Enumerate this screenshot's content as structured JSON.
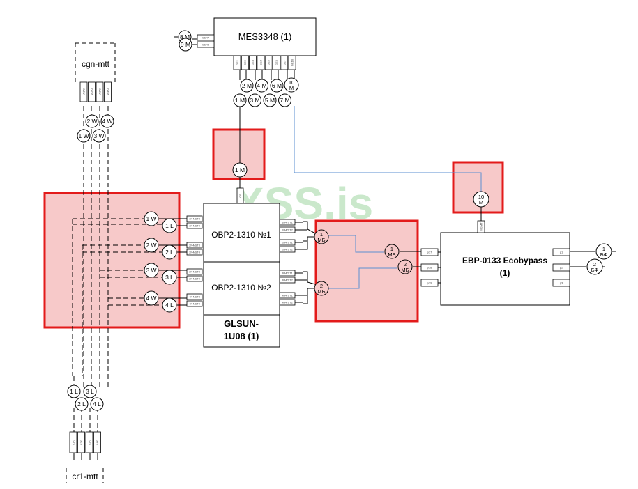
{
  "watermark": "XSS.is",
  "colors": {
    "highlight_fill": "#f7c9c9",
    "highlight_border": "#e31b1b",
    "fiber_blue": "#5b8fd1",
    "watermark": "#9fd7a2"
  },
  "devices": {
    "mes": "MES3348 (1)",
    "cgn": "cgn-mtt",
    "cr1": "cr1-mtt",
    "obp1": "OBP2-1310 №1",
    "obp2": "OBP2-1310 №2",
    "glsun_line1": "GLSUN-",
    "glsun_line2": "1U08 (1)",
    "ebp_line1": "EBP-0133 Ecobypass",
    "ebp_line2": "(1)"
  },
  "mes_side_ports": [
    "GE47",
    "GE48"
  ],
  "mes_side_cables": [
    "8 M",
    "9 M"
  ],
  "mes_bottom_ports": [
    "GE1",
    "GE2",
    "GE3",
    "GE4",
    "GE5",
    "GE6",
    "GE7",
    "GE10"
  ],
  "mes_cables_top": [
    "2 M",
    "4 M",
    "6 M"
  ],
  "mes_cable_10": [
    "10",
    "M"
  ],
  "mes_cables_bottom": [
    "1 M",
    "3 M",
    "5 M",
    "7 M"
  ],
  "mid_cable": "1 M",
  "right_cable": [
    "10",
    "M"
  ],
  "obp_mes_port": "GE",
  "ebp_mgmt_port": "MGMT",
  "cgn_ports": [
    "W1/0",
    "W2/0",
    "W3/0",
    "W4/0"
  ],
  "cgn_cables_top": [
    "2 W",
    "4 W"
  ],
  "cgn_cables_bottom": [
    "1 W",
    "3 W"
  ],
  "cr1_cables_top": [
    "1 L",
    "3 L"
  ],
  "cr1_cables_bottom": [
    "2 L",
    "4 L"
  ],
  "cr1_ports": [
    "L1/0",
    "L2/0",
    "L3/0",
    "L4/0"
  ],
  "left_cables": [
    "1 W",
    "1 L",
    "2 W",
    "2 L",
    "3 W",
    "3 L",
    "4 W",
    "4 L"
  ],
  "obp_ports_left": [
    "1R4/ST3",
    "1R4/ST4",
    "2R4/ST3",
    "2R4/ST4",
    "3R4/ST3",
    "3R4/ST4",
    "4R4/ST3",
    "4R4/ST4"
  ],
  "obp_ports_right": [
    "1R4/ST1",
    "1R4/ST2",
    "2R4/ST1",
    "2R4/ST2",
    "3R4/ST1",
    "3R4/ST2",
    "4R4/ST1",
    "4R4/ST2"
  ],
  "mb_cables_left": [
    [
      "1",
      "МБ"
    ],
    [
      "2",
      "МБ"
    ]
  ],
  "mb_cables_right": [
    [
      "1",
      "МБ"
    ],
    [
      "2",
      "МБ"
    ]
  ],
  "ebp_ports_left": [
    "p17",
    "p18",
    "p19"
  ],
  "ebp_ports_right": [
    "p1",
    "p2",
    "p3"
  ],
  "bf_cables": [
    [
      "1",
      "БФ"
    ],
    [
      "2",
      "БФ"
    ]
  ]
}
